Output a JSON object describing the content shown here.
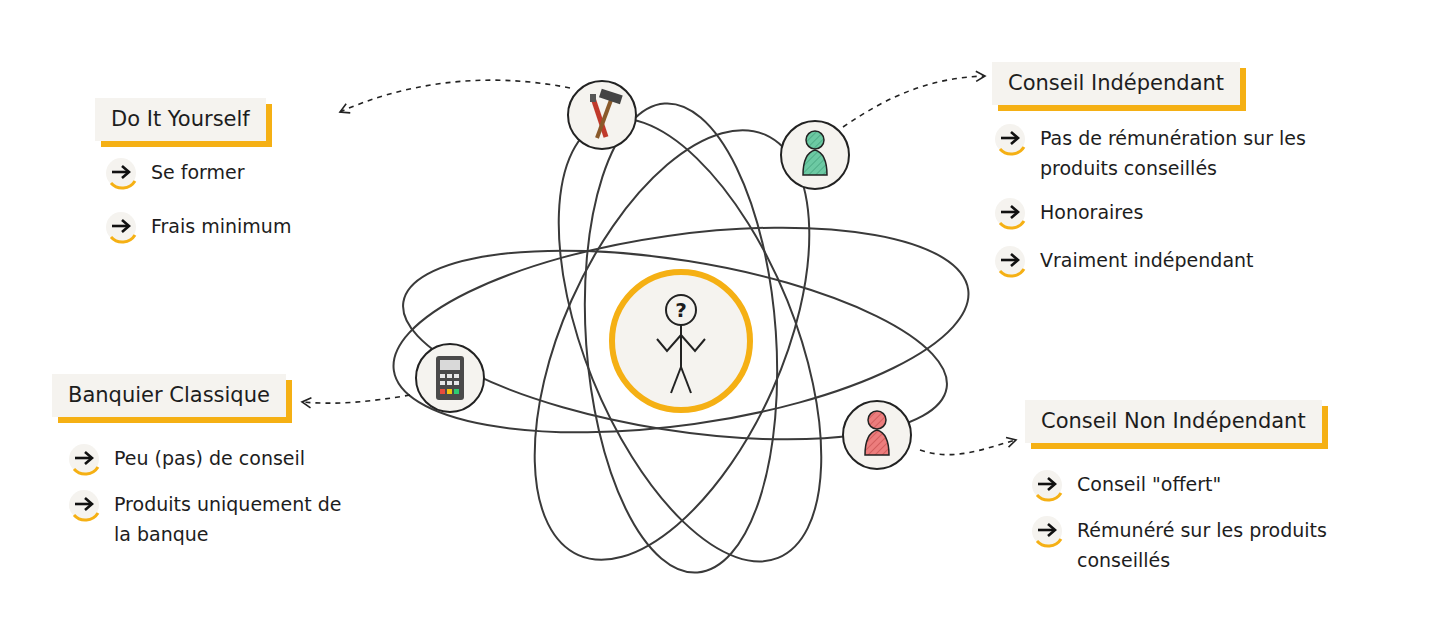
{
  "diagram": {
    "nodes": [
      {
        "text": [
          "Do It Yourself",
          "Se former",
          "Frais minimum"
        ]
      },
      {
        "text": [
          "Conseil Indépendant",
          "Pas de rémunération sur les produits conseillés",
          "Honoraires",
          "Vraiment indépendant"
        ]
      },
      {
        "text": [
          "?"
        ]
      },
      {
        "text": [
          "Banquier Classique",
          "Peu (pas) de conseil",
          "Produits uniquement de la banque"
        ]
      },
      {
        "text": [
          "Conseil Non Indépendant",
          "Conseil \"offert\"",
          "Rémunéré sur les produits conseillés"
        ]
      }
    ]
  }
}
